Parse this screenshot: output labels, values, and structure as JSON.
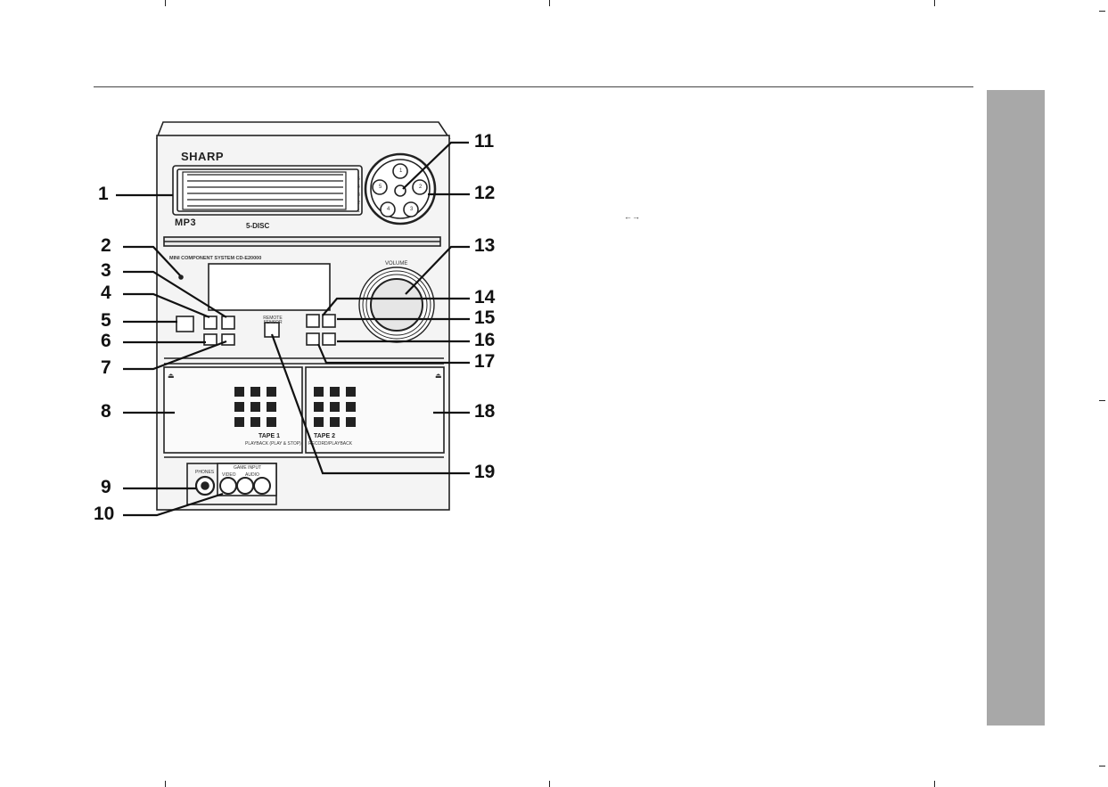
{
  "device": {
    "brand": "SHARP",
    "mp3_logo": "MP3",
    "disc_logo": "5-DISC",
    "model_label": "MINI COMPONENT SYSTEM CD-E20000",
    "volume_label": "VOLUME",
    "remote_sensor_label": "REMOTE SENSOR",
    "tape1_title": "TAPE 1",
    "tape1_sub": "PLAYBACK (PLAY & STOP)",
    "tape2_title": "TAPE 2",
    "tape2_sub": "RECORD/PLAYBACK",
    "phones_label": "PHONES",
    "game_label": "GAME INPUT",
    "video_label": "VIDEO",
    "audio_label": "AUDIO",
    "eject_glyph": "⏏",
    "tray_numbers": [
      "5",
      "4",
      "3",
      "2",
      "1"
    ],
    "disc_buttons": [
      "1",
      "2",
      "3",
      "4",
      "5"
    ]
  },
  "callouts": [
    "1",
    "2",
    "3",
    "4",
    "5",
    "6",
    "7",
    "8",
    "9",
    "10",
    "11",
    "12",
    "13",
    "14",
    "15",
    "16",
    "17",
    "18",
    "19"
  ],
  "stray_mark": "←→"
}
